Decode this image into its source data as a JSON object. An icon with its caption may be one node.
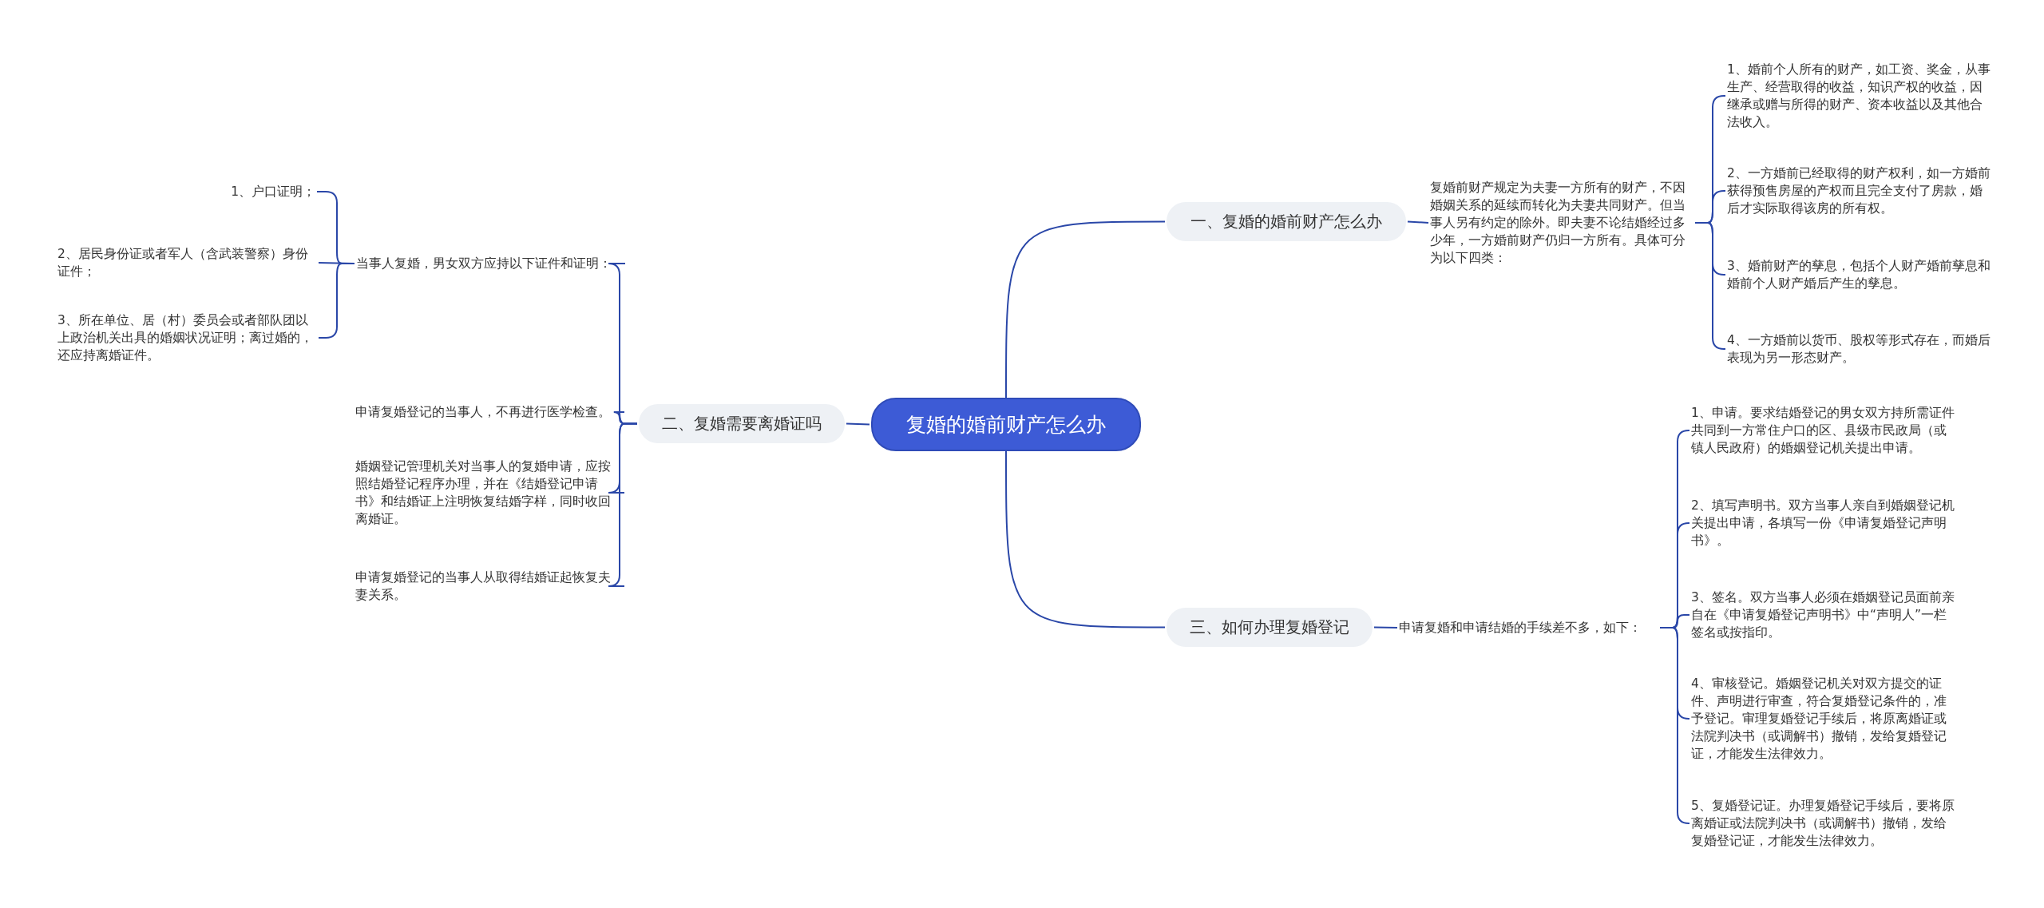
{
  "diagram": {
    "nodes": [
      {
        "text": [
          "复婚的婚前财产怎么办"
        ]
      },
      {
        "text": [
          "一、复婚的婚前财产怎么办"
        ]
      },
      {
        "text": [
          "复婚前财产规定为夫妻一方所有的财产，不因婚姻关系的延续而转化为夫妻共同财产。但当事人另有约定的除外。即夫妻不论结婚经过多少年，一方婚前财产仍归一方所有。具体可分为以下四类："
        ]
      },
      {
        "text": [
          "1、婚前个人所有的财产，如工资、奖金，从事生产、经营取得的收益，知识产权的收益，因继承或赠与所得的财产、资本收益以及其他合法收入。"
        ]
      },
      {
        "text": [
          "2、一方婚前已经取得的财产权利，如一方婚前获得预售房屋的产权而且完全支付了房款，婚后才实际取得该房的所有权。"
        ]
      },
      {
        "text": [
          "3、婚前财产的孳息，包括个人财产婚前孳息和婚前个人财产婚后产生的孳息。"
        ]
      },
      {
        "text": [
          "4、一方婚前以货币、股权等形式存在，而婚后表现为另一形态财产。"
        ]
      },
      {
        "text": [
          "二、复婚需要离婚证吗"
        ]
      },
      {
        "text": [
          "当事人复婚，男女双方应持以下证件和证明："
        ]
      },
      {
        "text": [
          "1、户口证明；"
        ]
      },
      {
        "text": [
          "2、居民身份证或者军人（含武装警察）身份证件；"
        ]
      },
      {
        "text": [
          "3、所在单位、居（村）委员会或者部队团以上政治机关出具的婚姻状况证明；离过婚的，还应持离婚证件。"
        ]
      },
      {
        "text": [
          "申请复婚登记的当事人，不再进行医学检查。"
        ]
      },
      {
        "text": [
          "婚姻登记管理机关对当事人的复婚申请，应按照结婚登记程序办理，并在《结婚登记申请书》和结婚证上注明恢复结婚字样，同时收回离婚证。"
        ]
      },
      {
        "text": [
          "申请复婚登记的当事人从取得结婚证起恢复夫妻关系。"
        ]
      },
      {
        "text": [
          "三、如何办理复婚登记"
        ]
      },
      {
        "text": [
          "申请复婚和申请结婚的手续差不多，如下："
        ]
      },
      {
        "text": [
          "1、申请。要求结婚登记的男女双方持所需证件共同到一方常住户口的区、县级市民政局（或镇人民政府）的婚姻登记机关提出申请。"
        ]
      },
      {
        "text": [
          "2、填写声明书。双方当事人亲自到婚姻登记机关提出申请，各填写一份《申请复婚登记声明书》。"
        ]
      },
      {
        "text": [
          "3、签名。双方当事人必须在婚姻登记员面前亲自在《申请复婚登记声明书》中“声明人”一栏签名或按指印。"
        ]
      },
      {
        "text": [
          "4、审核登记。婚姻登记机关对双方提交的证件、声明进行审查，符合复婚登记条件的，准予登记。审理复婚登记手续后，将原离婚证或法院判决书（或调解书）撤销，发给复婚登记证，才能发生法律效力。"
        ]
      },
      {
        "text": [
          "5、复婚登记证。办理复婚登记手续后，要将原离婚证或法院判决书（或调解书）撤销，发给复婚登记证，才能发生法律效力。"
        ]
      }
    ],
    "edges": [
      {
        "from": 0,
        "to": 1,
        "arrow": "none"
      },
      {
        "from": 1,
        "to": 2,
        "arrow": "none"
      },
      {
        "from": 2,
        "to": 3,
        "arrow": "none"
      },
      {
        "from": 2,
        "to": 4,
        "arrow": "none"
      },
      {
        "from": 2,
        "to": 5,
        "arrow": "none"
      },
      {
        "from": 2,
        "to": 6,
        "arrow": "none"
      },
      {
        "from": 0,
        "to": 7,
        "arrow": "none"
      },
      {
        "from": 7,
        "to": 8,
        "arrow": "none"
      },
      {
        "from": 8,
        "to": 9,
        "arrow": "none"
      },
      {
        "from": 8,
        "to": 10,
        "arrow": "none"
      },
      {
        "from": 8,
        "to": 11,
        "arrow": "none"
      },
      {
        "from": 7,
        "to": 12,
        "arrow": "none"
      },
      {
        "from": 7,
        "to": 13,
        "arrow": "none"
      },
      {
        "from": 7,
        "to": 14,
        "arrow": "none"
      },
      {
        "from": 0,
        "to": 15,
        "arrow": "none"
      },
      {
        "from": 15,
        "to": 16,
        "arrow": "none"
      },
      {
        "from": 16,
        "to": 17,
        "arrow": "none"
      },
      {
        "from": 16,
        "to": 18,
        "arrow": "none"
      },
      {
        "from": 16,
        "to": 19,
        "arrow": "none"
      },
      {
        "from": 16,
        "to": 20,
        "arrow": "none"
      },
      {
        "from": 16,
        "to": 21,
        "arrow": "none"
      }
    ]
  }
}
